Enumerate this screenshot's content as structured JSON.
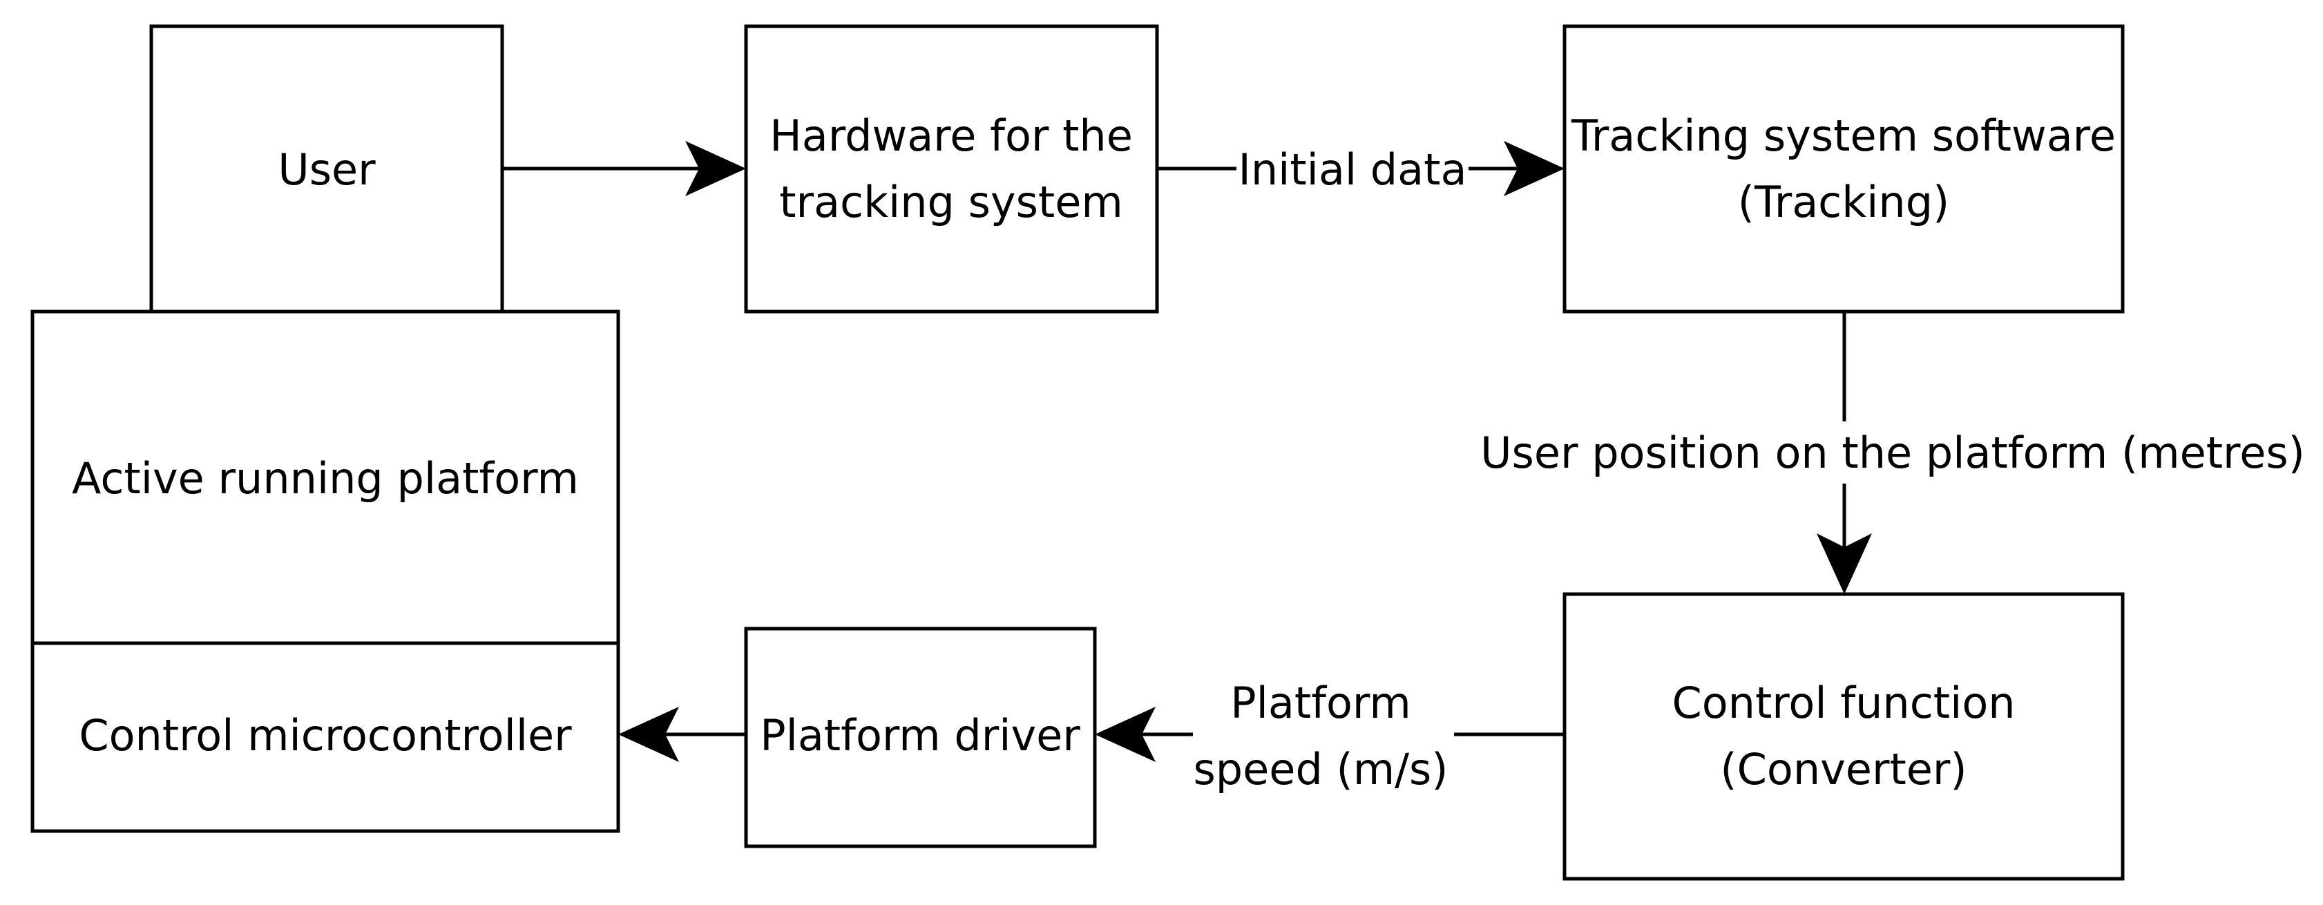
{
  "diagram": {
    "colors": {
      "stroke": "#000000",
      "fill": "#ffffff",
      "text": "#000000"
    },
    "nodes": {
      "user": "User",
      "hardware": [
        "Hardware for the",
        "tracking system"
      ],
      "tracking_software": [
        "Tracking system software",
        "(Tracking)"
      ],
      "platform": "Active running platform",
      "microcontroller": "Control microcontroller",
      "driver": "Platform driver",
      "control_function": [
        "Control function",
        "(Converter)"
      ]
    },
    "edges": {
      "initial_data": "Initial data",
      "user_position": "User position on the platform (metres)",
      "platform_speed": [
        "Platform",
        "speed (m/s)"
      ]
    }
  }
}
